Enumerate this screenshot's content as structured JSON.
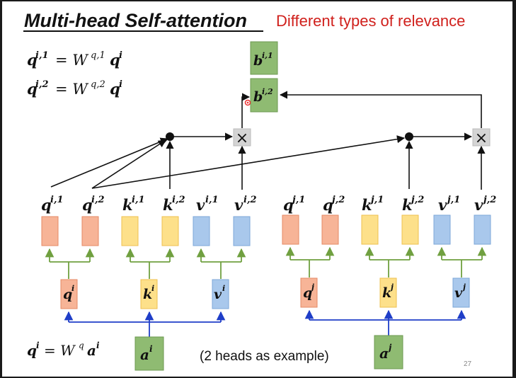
{
  "slide": {
    "title": "Multi-head Self-attention",
    "subtitle": "Different types of relevance",
    "eq_q1_lhs": "q",
    "eq_q1_lhs_sup": "i,1",
    "eq_q1_rhs": "= W",
    "eq_q1_rhs_sup": "q,1",
    "eq_q1_tail": "q",
    "eq_q1_tail_sup": "i",
    "eq_q2_lhs": "q",
    "eq_q2_lhs_sup": "i,2",
    "eq_q2_rhs": "= W",
    "eq_q2_rhs_sup": "q,2",
    "eq_q2_tail": "q",
    "eq_q2_tail_sup": "i",
    "eq_bottom_lhs": "q",
    "eq_bottom_lhs_sup": "i",
    "eq_bottom_rhs": "= W",
    "eq_bottom_rhs_sup": "q",
    "eq_bottom_tail": "a",
    "eq_bottom_tail_sup": "i",
    "note": "(2 heads as example)",
    "page_number": "27",
    "multiply_symbol": "×"
  },
  "outputs": [
    {
      "base": "b",
      "sup": "i,1"
    },
    {
      "base": "b",
      "sup": "i,2"
    }
  ],
  "heads_i": [
    {
      "base": "q",
      "sup": "i,1"
    },
    {
      "base": "q",
      "sup": "i,2"
    },
    {
      "base": "k",
      "sup": "i,1"
    },
    {
      "base": "k",
      "sup": "i,2"
    },
    {
      "base": "v",
      "sup": "i,1"
    },
    {
      "base": "v",
      "sup": "i,2"
    }
  ],
  "heads_j": [
    {
      "base": "q",
      "sup": "j,1"
    },
    {
      "base": "q",
      "sup": "j,2"
    },
    {
      "base": "k",
      "sup": "j,1"
    },
    {
      "base": "k",
      "sup": "j,2"
    },
    {
      "base": "v",
      "sup": "j,1"
    },
    {
      "base": "v",
      "sup": "j,2"
    }
  ],
  "mid_i": [
    {
      "base": "q",
      "sup": "i"
    },
    {
      "base": "k",
      "sup": "i"
    },
    {
      "base": "v",
      "sup": "i"
    }
  ],
  "mid_j": [
    {
      "base": "q",
      "sup": "j"
    },
    {
      "base": "k",
      "sup": "j"
    },
    {
      "base": "v",
      "sup": "j"
    }
  ],
  "inputs": [
    {
      "base": "a",
      "sup": "i"
    },
    {
      "base": "a",
      "sup": "j"
    }
  ],
  "colors": {
    "q": "#f7b497",
    "q_border": "#e58a66",
    "k": "#fde08a",
    "k_border": "#eec050",
    "v": "#a9c8ec",
    "v_border": "#7da7d8",
    "green_box": "#8fbb72",
    "green_border": "#6c9a52",
    "green_arrow": "#70a040",
    "blue_arrow": "#1f3ec8",
    "mult_box": "#d4d4d4",
    "title_red": "#d0201c"
  }
}
